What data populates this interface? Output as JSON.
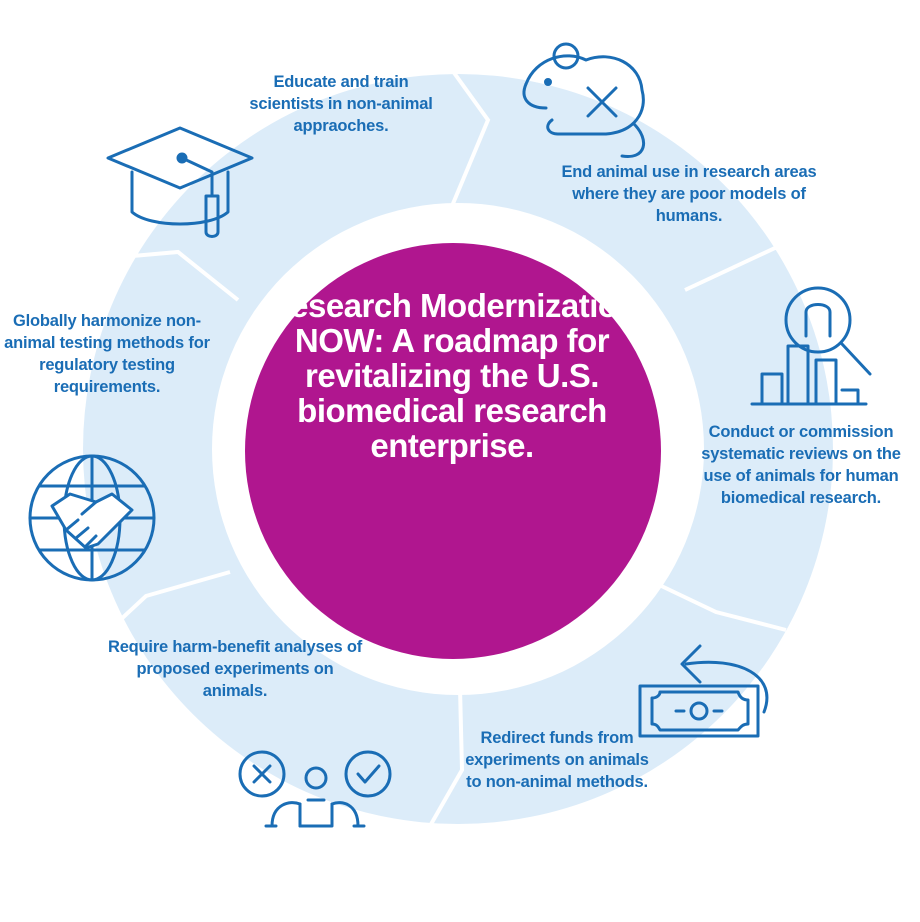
{
  "center": {
    "title": "Research Modernization NOW: A roadmap for revitalizing the U.S. biomedical research enterprise."
  },
  "steps": [
    {
      "text": "End animal use in research areas where they are poor models of humans.",
      "icon": "crossed-out-mouse-icon"
    },
    {
      "text": "Conduct or commission systematic reviews on the use of animals for human biomedical research.",
      "icon": "magnifier-bar-chart-icon"
    },
    {
      "text": "Redirect funds from experiments on animals to non-animal methods.",
      "icon": "redirect-money-icon"
    },
    {
      "text": "Require harm-benefit analyses of proposed experiments on animals.",
      "icon": "decision-people-icon"
    },
    {
      "text": "Globally harmonize non-animal testing methods for regulatory testing requirements.",
      "icon": "globe-handshake-icon"
    },
    {
      "text": "Educate and train scientists in non-animal appraoches.",
      "icon": "graduation-cap-icon"
    }
  ],
  "colors": {
    "ring": "#dcecf9",
    "center": "#b0168f",
    "text": "#1a6db5",
    "icon": "#1a6db5"
  }
}
